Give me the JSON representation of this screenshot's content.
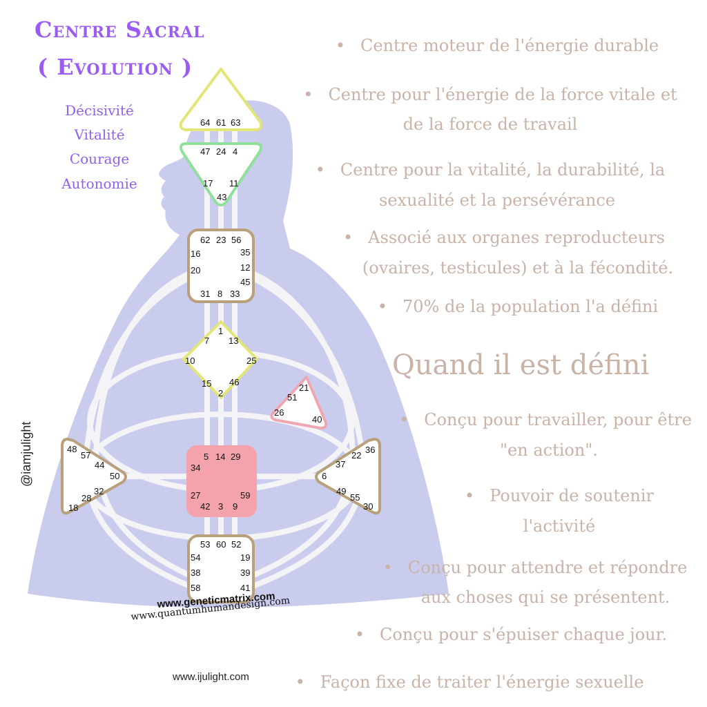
{
  "title": {
    "line1": "Centre Sacral",
    "line2": "( Evolution )"
  },
  "traits": [
    "Décisivité",
    "Vitalité",
    "Courage",
    "Autonomie"
  ],
  "bullets_top": [
    "Centre moteur de l'énergie durable",
    "Centre pour l'énergie de la force vitale et",
    "de la force de travail",
    "Centre pour la vitalité, la durabilité, la",
    "sexualité et la persévérance",
    "Associé aux organes reproducteurs",
    "(ovaires, testicules) et à la fécondité.",
    "70% de la population l'a défini"
  ],
  "heading": "Quand il est défini",
  "bullets_bottom": [
    "Conçu pour travailler, pour être",
    "\"en action\".",
    "Pouvoir de soutenir",
    "l'activité",
    "Conçu pour attendre et répondre",
    "aux choses qui se présentent.",
    "Conçu pour s'épuiser chaque jour.",
    "Façon fixe de traiter l'énergie sexuelle"
  ],
  "bullet_char": "•",
  "watermark_handle": "@iamjulight",
  "url_geneticmatrix": "www.geneticmatrix.com",
  "url_quantum": "www.quantumhumandesign.com",
  "url_ijulight": "www.ijulight.com",
  "colors": {
    "title": "#9b5cf6",
    "info_text": "#c8b3a6",
    "body_silhouette": "#c9ccec",
    "channels": "#f4f4f7",
    "sacral_fill": "#f4a3ad",
    "head_border": "#e3e676",
    "ajna_border": "#8ee09a",
    "g_border": "#e3e676",
    "ego_border": "#f0a6b0",
    "motor_border": "#b8a07a"
  },
  "centers": {
    "head": [
      "64",
      "61",
      "63"
    ],
    "ajna": [
      "47",
      "24",
      "4",
      "17",
      "11",
      "43"
    ],
    "throat": [
      "62",
      "23",
      "56",
      "16",
      "35",
      "20",
      "12",
      "45",
      "31",
      "8",
      "33"
    ],
    "g": [
      "1",
      "7",
      "13",
      "10",
      "25",
      "15",
      "46",
      "2"
    ],
    "ego": [
      "21",
      "51",
      "26",
      "40"
    ],
    "spleen": [
      "48",
      "57",
      "44",
      "50",
      "32",
      "28",
      "18"
    ],
    "solar": [
      "22",
      "36",
      "37",
      "6",
      "49",
      "55",
      "30"
    ],
    "sacral": [
      "5",
      "14",
      "29",
      "34",
      "27",
      "59",
      "42",
      "3",
      "9"
    ],
    "root": [
      "53",
      "60",
      "52",
      "54",
      "19",
      "38",
      "39",
      "58",
      "41"
    ]
  }
}
